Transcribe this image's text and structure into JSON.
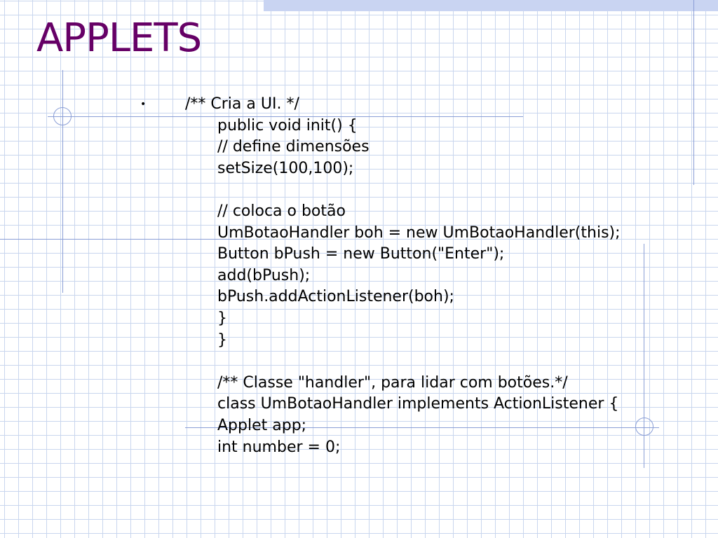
{
  "slide": {
    "title": "APPLETS",
    "bullet_symbol": "•",
    "code_lines": [
      "/** Cria a UI. */",
      "public void init() {",
      "// define dimensões",
      "setSize(100,100);",
      "",
      "// coloca o botão",
      "UmBotaoHandler boh = new UmBotaoHandler(this);",
      "Button bPush = new Button(\"Enter\");",
      "add(bPush);",
      "bPush.addActionListener(boh);",
      "}",
      "}",
      "",
      "/** Classe \"handler\", para lidar com botões.*/",
      "class UmBotaoHandler implements ActionListener {",
      "Applet app;",
      "int number = 0;"
    ]
  },
  "colors": {
    "title": "#660066",
    "grid": "#c9d6ee",
    "decoration": "#8a9ed6",
    "top_band": "#c9d4f2"
  }
}
